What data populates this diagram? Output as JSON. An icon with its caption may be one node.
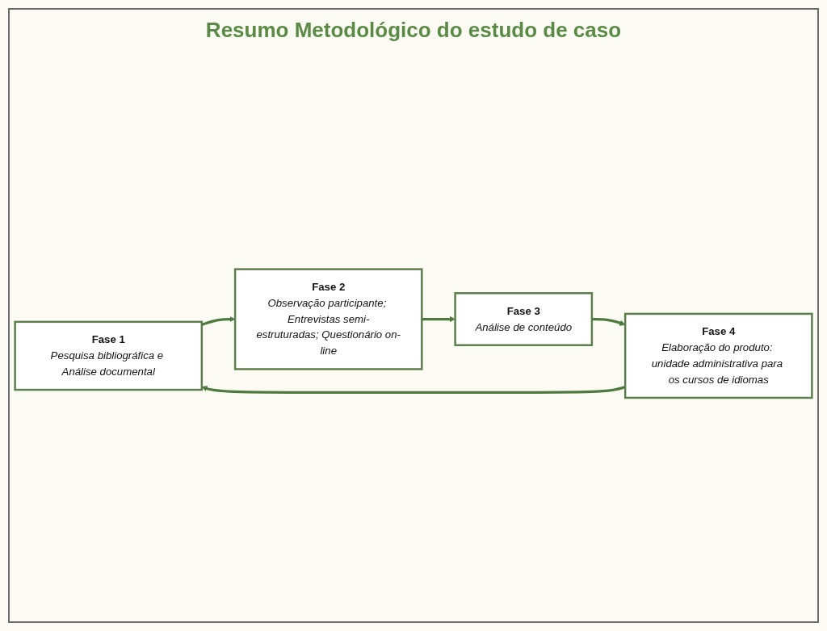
{
  "diagram": {
    "title": "Resumo Metodológico do estudo de caso",
    "nodes": [
      {
        "text": [
          "Fase 1",
          "Pesquisa bibliográfica e Análise documental"
        ]
      },
      {
        "text": [
          "Fase 2",
          "Observação participante; Entrevistas semi-estruturadas; Questionário on-line"
        ]
      },
      {
        "text": [
          "Fase 3",
          "Análise de conteúdo"
        ]
      },
      {
        "text": [
          "Fase 4",
          "Elaboração do produto: unidade administrativa para os cursos de idiomas"
        ]
      }
    ],
    "edges": [
      {
        "from": 0,
        "to": 1,
        "arrow": "to"
      },
      {
        "from": 1,
        "to": 2,
        "arrow": "to"
      },
      {
        "from": 2,
        "to": 3,
        "arrow": "to"
      },
      {
        "from": 3,
        "to": 0,
        "arrow": "to"
      }
    ]
  }
}
